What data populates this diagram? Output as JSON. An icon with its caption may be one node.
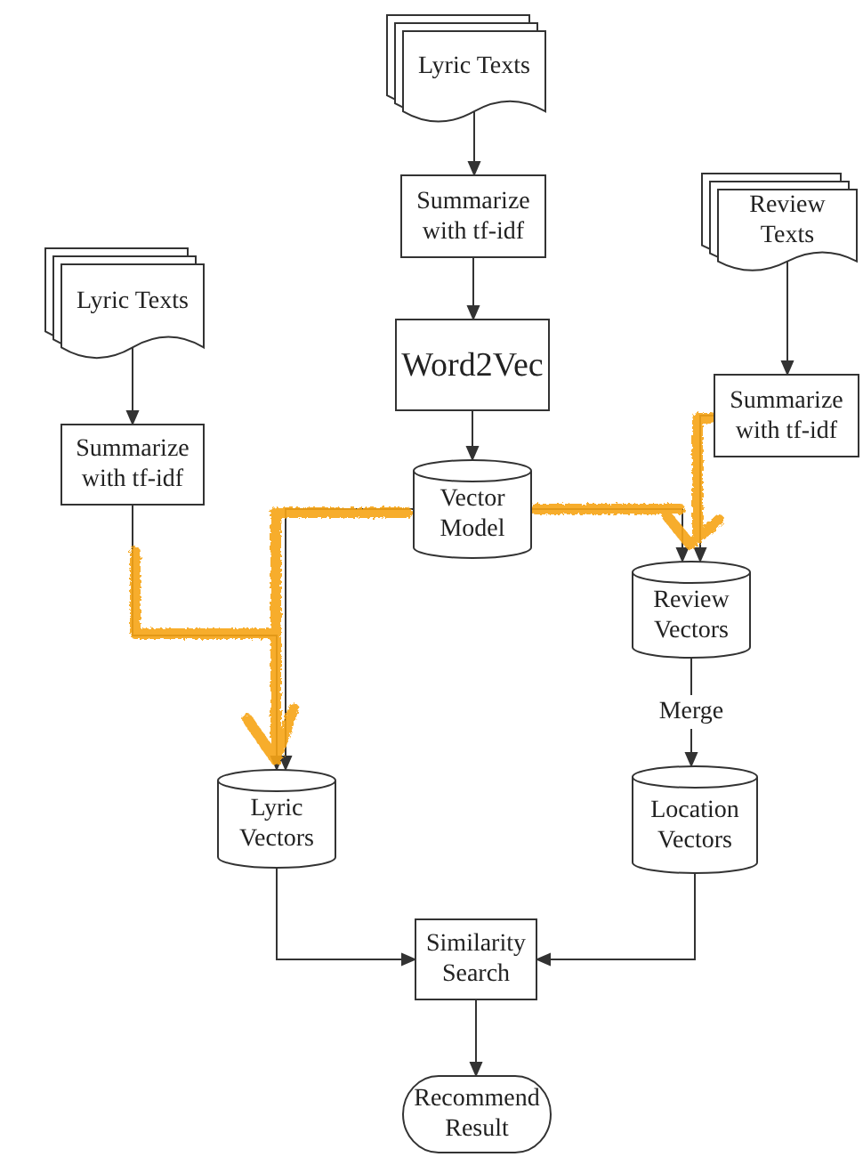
{
  "diagram": {
    "nodes": [
      {
        "text": [
          "Lyric Texts"
        ]
      },
      {
        "text": [
          "Summarize with tf-idf"
        ]
      },
      {
        "text": [
          "Word2Vec"
        ]
      },
      {
        "text": [
          "Lyric Texts"
        ]
      },
      {
        "text": [
          "Review Texts"
        ]
      },
      {
        "text": [
          "Summarize with tf-idf"
        ]
      },
      {
        "text": [
          "Summarize with tf-idf"
        ]
      },
      {
        "text": [
          "Vector Model"
        ]
      },
      {
        "text": [
          "Review Vectors"
        ]
      },
      {
        "text": [
          "Lyric Vectors"
        ]
      },
      {
        "text": [
          "Location Vectors"
        ]
      },
      {
        "text": [
          "Similarity Search"
        ]
      },
      {
        "text": [
          "Recommend Result"
        ]
      }
    ],
    "edges": [
      {
        "from": 0,
        "to": 1,
        "arrow": "to"
      },
      {
        "from": 1,
        "to": 2,
        "arrow": "to"
      },
      {
        "from": 2,
        "to": 7,
        "arrow": "to"
      },
      {
        "from": 3,
        "to": 5,
        "arrow": "to"
      },
      {
        "from": 4,
        "to": 6,
        "arrow": "to"
      },
      {
        "from": 5,
        "to": 9,
        "arrow": "to"
      },
      {
        "from": 7,
        "to": 9,
        "arrow": "to"
      },
      {
        "from": 7,
        "to": 8,
        "arrow": "to"
      },
      {
        "from": 6,
        "to": 8,
        "arrow": "to"
      },
      {
        "from": 8,
        "to": 10,
        "label": "Merge",
        "arrow": "to"
      },
      {
        "from": 9,
        "to": 11,
        "arrow": "to"
      },
      {
        "from": 10,
        "to": 11,
        "arrow": "to"
      },
      {
        "from": 11,
        "to": 12,
        "arrow": "to"
      }
    ]
  }
}
